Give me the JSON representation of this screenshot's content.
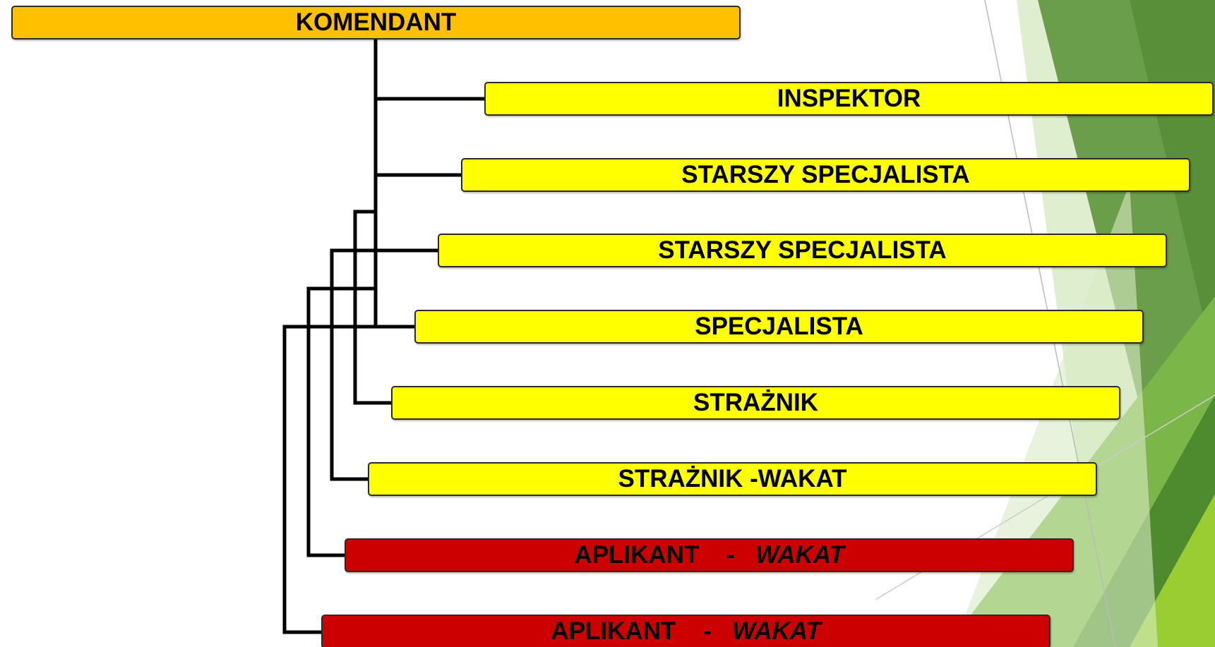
{
  "org_chart": {
    "head": {
      "label": "KOMENDANT",
      "color": "#ffc000"
    },
    "positions": [
      {
        "label": "INSPEKTOR",
        "color": "#ffff00"
      },
      {
        "label": "STARSZY SPECJALISTA",
        "color": "#ffff00"
      },
      {
        "label": "STARSZY SPECJALISTA",
        "color": "#ffff00"
      },
      {
        "label": "SPECJALISTA",
        "color": "#ffff00"
      },
      {
        "label": "STRAŻNIK",
        "color": "#ffff00"
      },
      {
        "label": "STRAŻNIK -WAKAT",
        "color": "#ffff00"
      },
      {
        "label": "APLIKANT",
        "separator": "-",
        "status": "WAKAT",
        "color": "#cc0000"
      },
      {
        "label": "APLIKANT",
        "separator": "-",
        "status": "WAKAT",
        "color": "#cc0000"
      }
    ],
    "connector_color": "#000000"
  },
  "theme": {
    "accent_greens": [
      "#70a050",
      "#8bc34a",
      "#c5e0a5",
      "#4e8a2e",
      "#9acd32"
    ]
  }
}
